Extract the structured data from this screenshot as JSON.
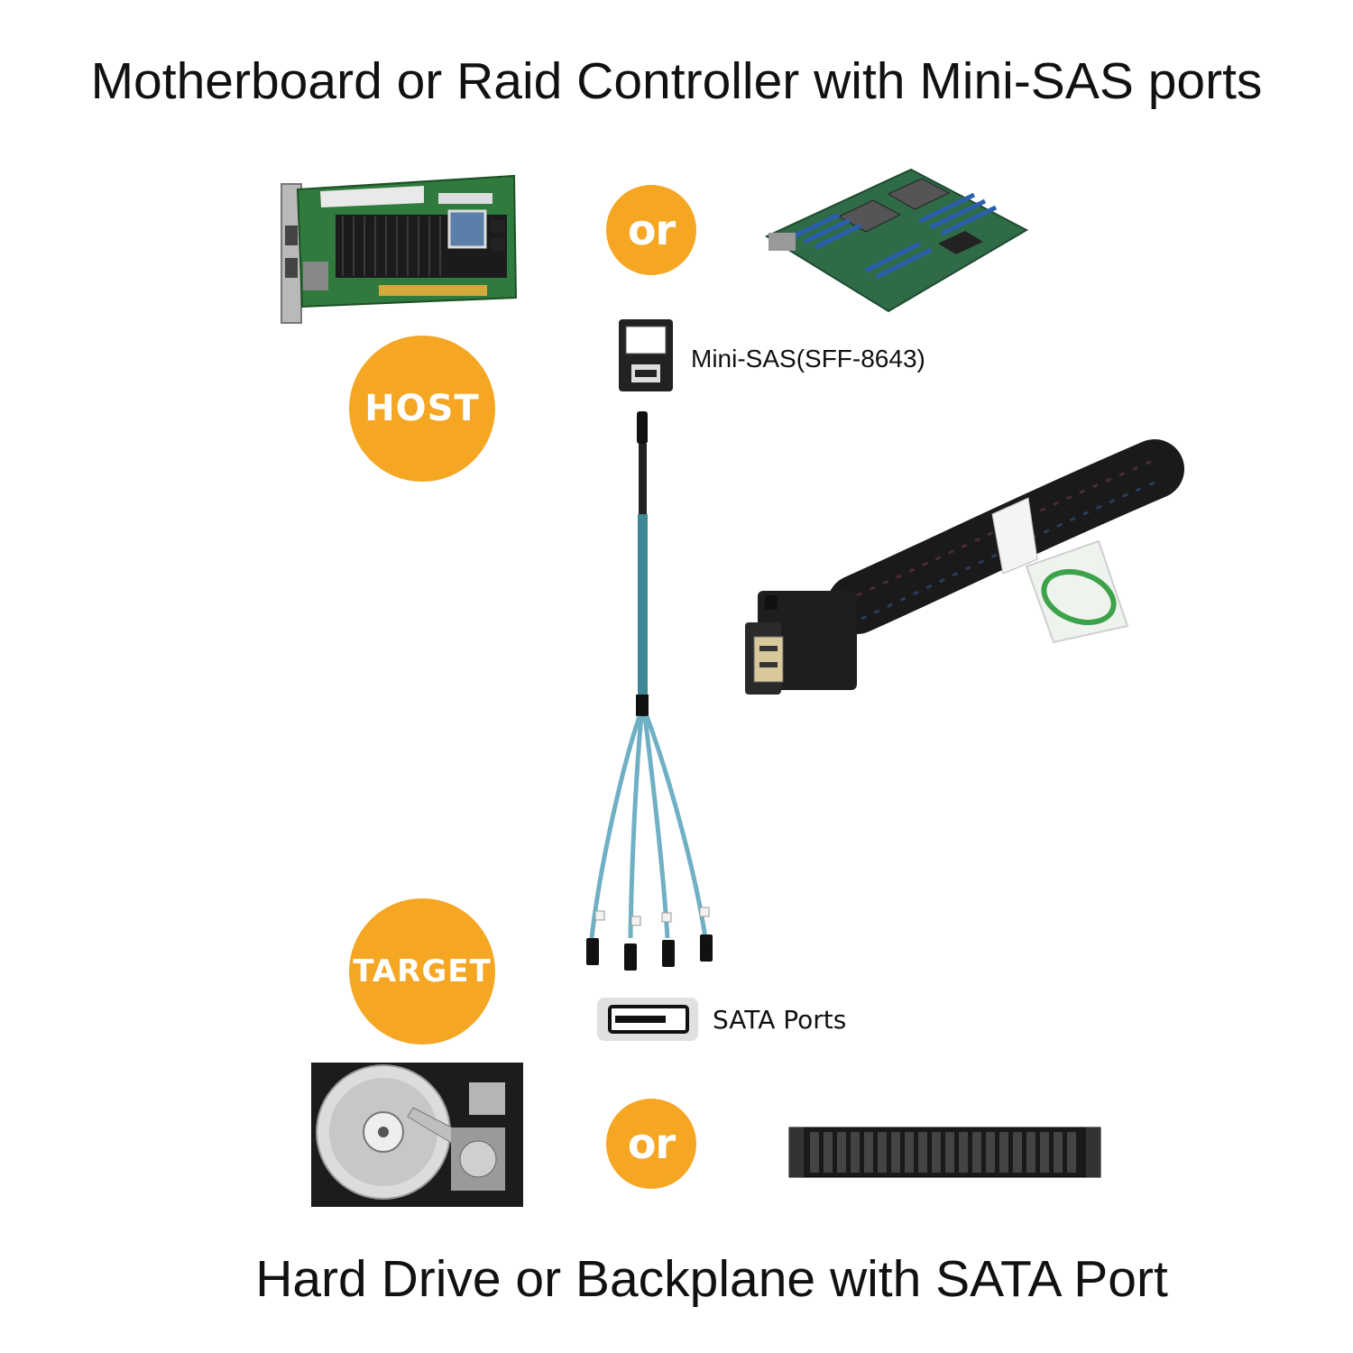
{
  "header": {
    "title": "Motherboard or Raid Controller with Mini-SAS ports"
  },
  "footer": {
    "title": "Hard Drive or Backplane with SATA Port"
  },
  "badges": {
    "or_top": "or",
    "host": "HOST",
    "target": "TARGET",
    "or_bottom": "or"
  },
  "labels": {
    "minisas": "Mini-SAS(SFF-8643)",
    "sata": "SATA Ports"
  },
  "colors": {
    "badge_orange": "#f5a623",
    "pcb_green": "#2f7a3c",
    "cable_blue": "#5fa8b8",
    "sleeve_black": "#1a1a1a"
  }
}
